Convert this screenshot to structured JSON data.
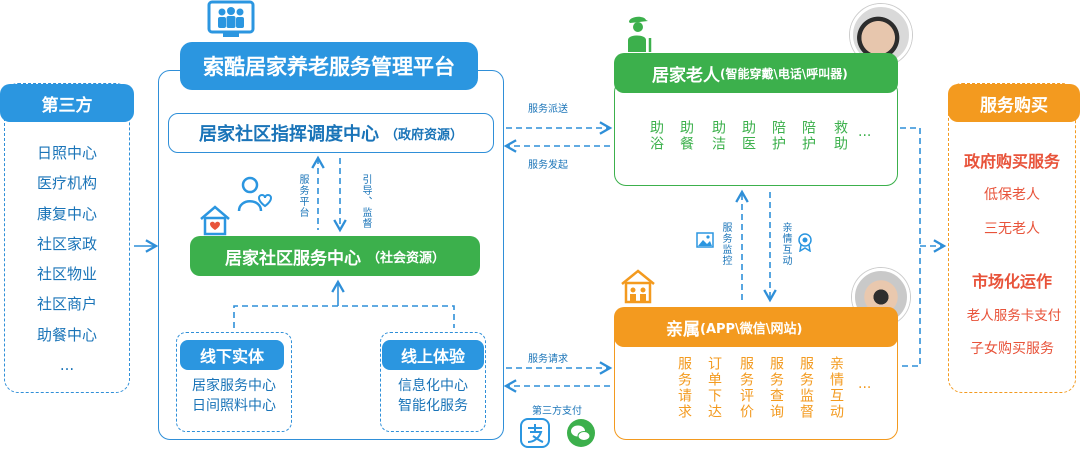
{
  "third_party": {
    "title": "第三方",
    "items": [
      "日照中心",
      "医疗机构",
      "康复中心",
      "社区家政",
      "社区物业",
      "社区商户",
      "助餐中心",
      "..."
    ]
  },
  "platform": {
    "title": "索酷居家养老服务管理平台",
    "command_center": {
      "label": "居家社区指挥调度中心",
      "note": "（政府资源）"
    },
    "service_platform_label": "服务平台",
    "guide_label": "引导、监督",
    "service_center": {
      "label": "居家社区服务中心",
      "note": "（社会资源）"
    },
    "offline": {
      "title": "线下实体",
      "lines": [
        "居家服务中心",
        "日间照料中心"
      ]
    },
    "online": {
      "title": "线上体验",
      "lines": [
        "信息化中心",
        "智能化服务"
      ]
    }
  },
  "elderly": {
    "title": "居家老人",
    "note": "(智能穿戴\\电话\\呼叫器)",
    "items": [
      "助浴",
      "助餐",
      "助洁",
      "助医",
      "陪护",
      "陪护",
      "救助"
    ],
    "more": "..."
  },
  "family": {
    "title": "亲属",
    "note": "(APP\\微信\\网站)",
    "items": [
      "服务请求",
      "订单下达",
      "服务评价",
      "服务查询",
      "服务监督",
      "亲情互动"
    ],
    "more": "..."
  },
  "flows": {
    "dispatch": "服务派送",
    "initiate": "服务发起",
    "request": "服务请求",
    "third_pay": "第三方支付",
    "monitor": "服务监控",
    "interact": "亲情互动"
  },
  "purchase": {
    "title": "服务购买",
    "gov": {
      "title": "政府购买服务",
      "items": [
        "低保老人",
        "三无老人"
      ]
    },
    "market": {
      "title": "市场化运作",
      "items": [
        "老人服务卡支付",
        "子女购买服务"
      ]
    }
  },
  "colors": {
    "blue": "#2b96e0",
    "green": "#3cb04c",
    "orange": "#f39a1f",
    "red": "#e8533a"
  },
  "icons": [
    "monitor-group-icon",
    "elder-silhouette-icon",
    "family-house-icon",
    "alipay-icon",
    "wechat-icon",
    "image-icon",
    "badge-icon",
    "house-heart-icon",
    "person-heart-icon"
  ]
}
